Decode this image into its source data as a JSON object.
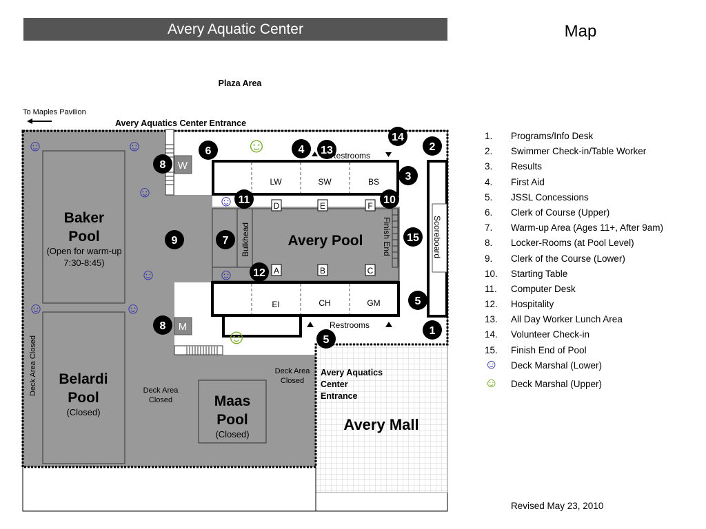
{
  "title": "Avery Aquatic Center",
  "map_heading": "Map",
  "plan": {
    "plaza_area": "Plaza Area",
    "to_maples": "To Maples Pavilion",
    "entrance_top": "Avery Aquatics Center Entrance",
    "entrance_mall": [
      "Avery Aquatics",
      "Center",
      "Entrance"
    ],
    "baker_pool": {
      "name": [
        "Baker",
        "Pool"
      ],
      "note": [
        "(Open for warm-up",
        "7:30-8:45)"
      ]
    },
    "belardi_pool": {
      "name": [
        "Belardi",
        "Pool"
      ],
      "note": "(Closed)"
    },
    "maas_pool": {
      "name": [
        "Maas",
        "Pool"
      ],
      "note": "(Closed)"
    },
    "avery_pool": "Avery Pool",
    "avery_mall": "Avery Mall",
    "bulkhead": "Bulkhead",
    "finish_end": "Finish End",
    "scoreboard": "Scoreboard",
    "restrooms": "Restrooms",
    "deck_area_closed": "Deck Area Closed",
    "deck_area_closed_2": [
      "Deck Area",
      "Closed"
    ],
    "locker_women": "W",
    "locker_men": "M",
    "upper_rooms": [
      "LW",
      "SW",
      "BS"
    ],
    "lower_rooms": [
      "EI",
      "CH",
      "GM"
    ],
    "upper_lanes": [
      "D",
      "E",
      "F"
    ],
    "lower_lanes": [
      "A",
      "B",
      "C"
    ],
    "markers": [
      "1",
      "2",
      "3",
      "4",
      "5",
      "6",
      "7",
      "8",
      "9",
      "10",
      "11",
      "12",
      "13",
      "14",
      "15"
    ]
  },
  "legend": [
    {
      "num": "1.",
      "label": "Programs/Info Desk"
    },
    {
      "num": "2.",
      "label": "Swimmer Check-in/Table Worker"
    },
    {
      "num": "3.",
      "label": "Results"
    },
    {
      "num": "4.",
      "label": "First Aid"
    },
    {
      "num": "5.",
      "label": "JSSL Concessions"
    },
    {
      "num": "6.",
      "label": "Clerk of Course (Upper)"
    },
    {
      "num": "7.",
      "label": "Warm-up Area (Ages 11+, After 9am)"
    },
    {
      "num": "8.",
      "label": "Locker-Rooms (at Pool Level)"
    },
    {
      "num": "9.",
      "label": "Clerk of the Course (Lower)"
    },
    {
      "num": "10.",
      "label": "Starting Table"
    },
    {
      "num": "11.",
      "label": "Computer Desk"
    },
    {
      "num": "12.",
      "label": "Hospitality"
    },
    {
      "num": "13.",
      "label": "All Day Worker Lunch Area"
    },
    {
      "num": "14.",
      "label": "Volunteer Check-in"
    },
    {
      "num": "15.",
      "label": "Finish End of Pool"
    }
  ],
  "legend_smileys": [
    {
      "icon": "smiley-blue-icon",
      "color": "#3333aa",
      "label": "Deck Marshal (Lower)"
    },
    {
      "icon": "smiley-green-icon",
      "color": "#77aa22",
      "label": "Deck Marshal (Upper)"
    }
  ],
  "revised": "Revised May 23, 2010",
  "colors": {
    "deck": "#999999",
    "title_bar": "#555555",
    "marker": "#000000",
    "marshal_lower": "#3333aa",
    "marshal_upper": "#77aa22"
  }
}
